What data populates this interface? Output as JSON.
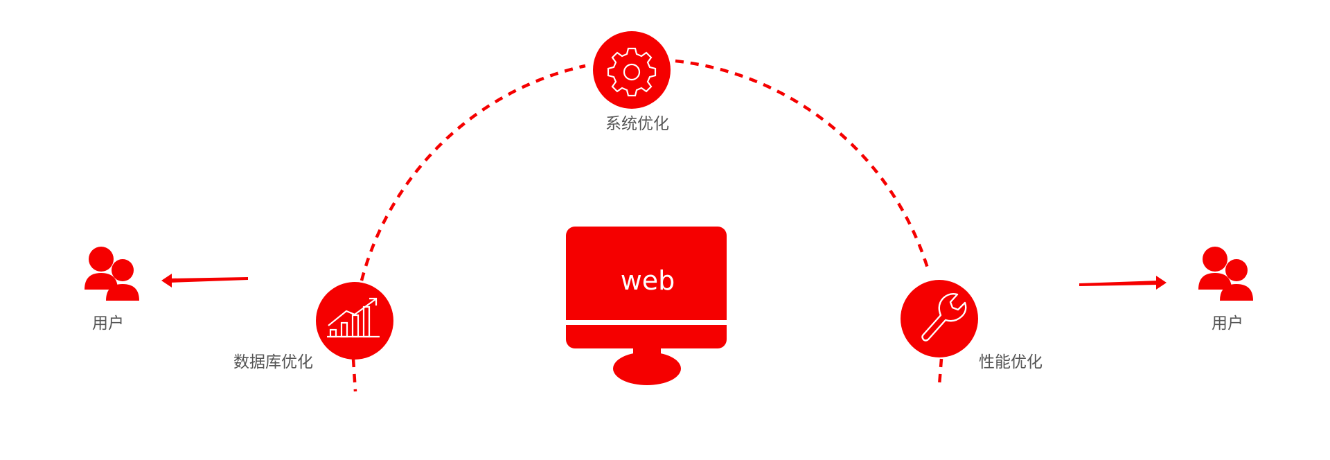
{
  "colors": {
    "accent": "#f50000",
    "label_text": "#555555",
    "background": "#ffffff"
  },
  "center": {
    "monitor_text": "web",
    "icon": "monitor-icon"
  },
  "nodes": {
    "system": {
      "label": "系统优化",
      "icon": "gear-icon"
    },
    "database": {
      "label": "数据库优化",
      "icon": "bar-chart-growth-icon"
    },
    "performance": {
      "label": "性能优化",
      "icon": "wrench-icon"
    }
  },
  "users": {
    "left": {
      "label": "用户",
      "icon": "users-icon"
    },
    "right": {
      "label": "用户",
      "icon": "users-icon"
    }
  },
  "connectors": {
    "arc_style": "dashed",
    "left_arrow": "arrow-left-icon",
    "right_arrow": "arrow-right-icon"
  }
}
